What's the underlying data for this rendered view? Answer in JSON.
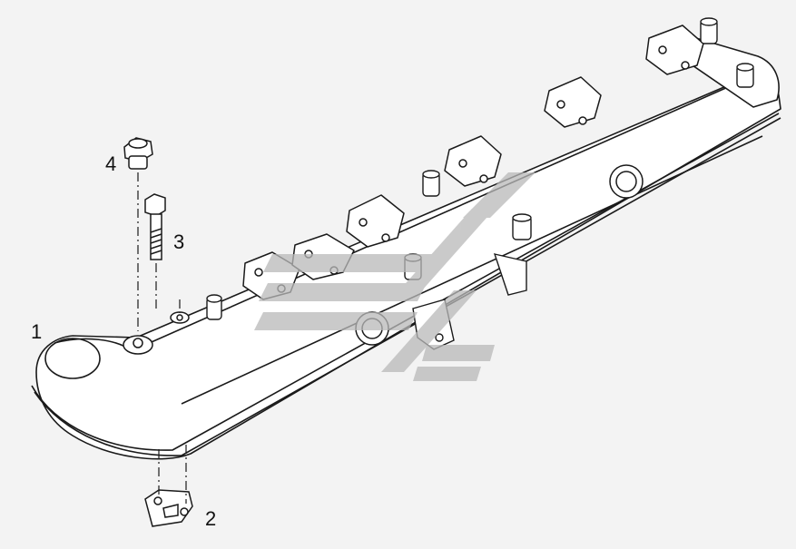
{
  "callouts": [
    {
      "id": "1",
      "label": "1"
    },
    {
      "id": "2",
      "label": "2"
    },
    {
      "id": "3",
      "label": "3"
    },
    {
      "id": "4",
      "label": "4"
    }
  ],
  "colors": {
    "background": "#f3f3f3",
    "line": "#1a1a1a",
    "part_fill": "#ffffff",
    "watermark": "#b9b9b9"
  }
}
